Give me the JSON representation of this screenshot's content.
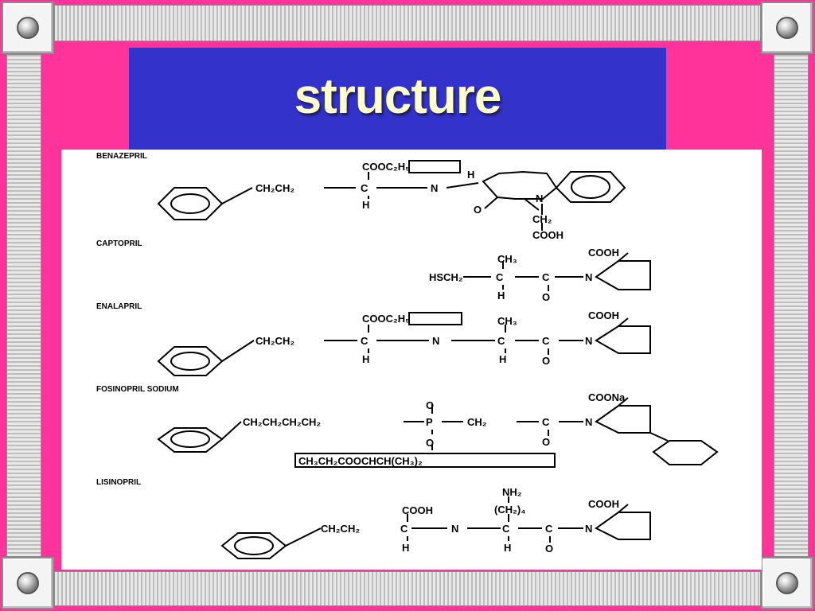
{
  "slide": {
    "title": "structure"
  },
  "drugs": [
    {
      "name": "BENAZEPRIL"
    },
    {
      "name": "CAPTOPRIL"
    },
    {
      "name": "ENALAPRIL"
    },
    {
      "name": "FOSINOPRIL SODIUM"
    },
    {
      "name": "LISINOPRIL"
    }
  ],
  "colors": {
    "background": "#ff3399",
    "title_box": "#3333cc",
    "title_text": "#ffffcc",
    "figure_bg": "#ffffff"
  }
}
